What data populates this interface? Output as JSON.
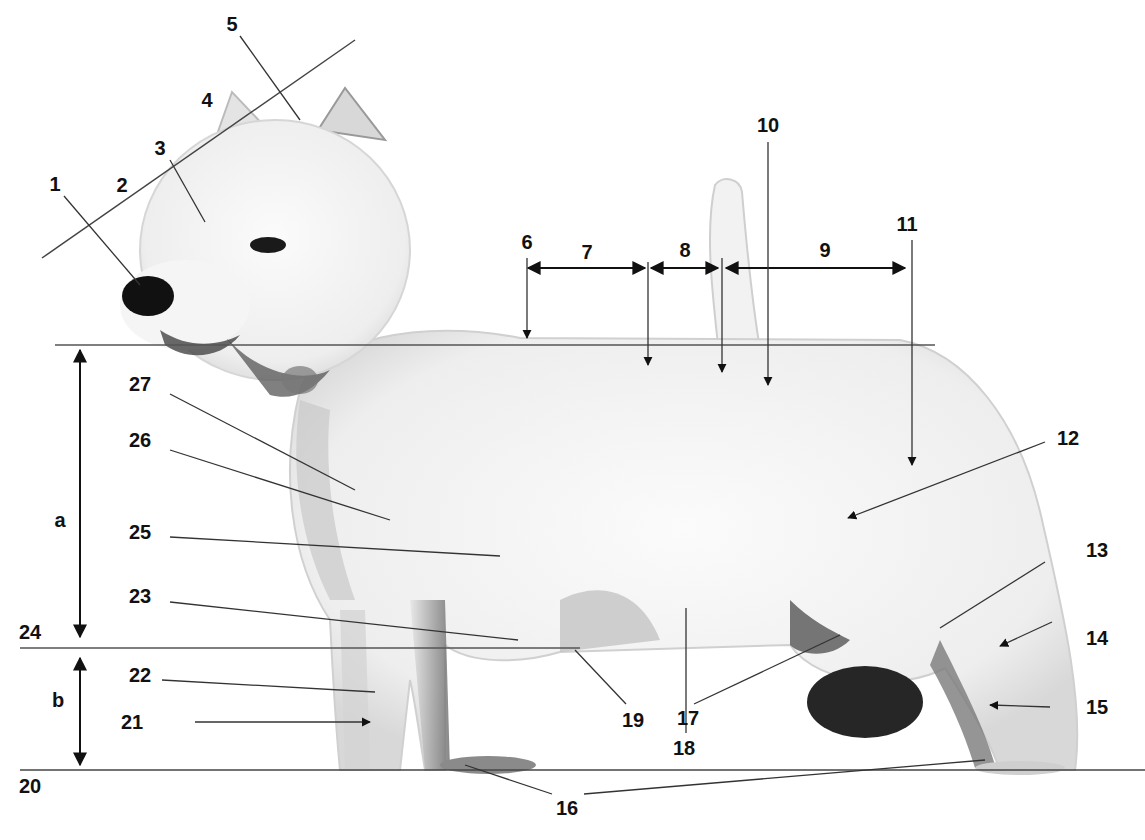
{
  "diagram": {
    "labels": [
      "5",
      "4",
      "3",
      "2",
      "1",
      "10",
      "6",
      "7",
      "8",
      "9",
      "11",
      "27",
      "12",
      "26",
      "a",
      "25",
      "23",
      "24",
      "13",
      "14",
      "22",
      "b",
      "21",
      "19",
      "18",
      "17",
      "15",
      "20",
      "16"
    ]
  }
}
